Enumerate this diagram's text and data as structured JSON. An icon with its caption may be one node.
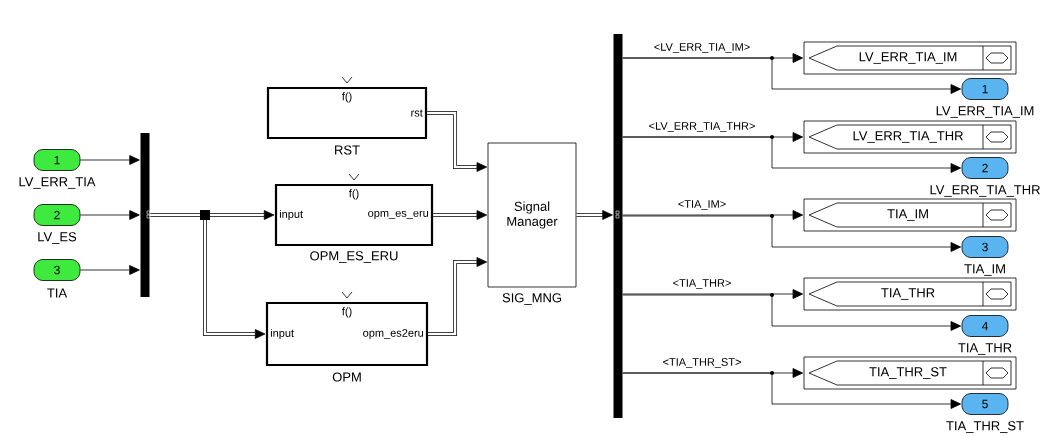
{
  "diagram": {
    "nodes": [
      {
        "text": [
          "1"
        ],
        "beside": [
          "LV_ERR_TIA"
        ]
      },
      {
        "text": [
          "2"
        ],
        "beside": [
          "LV_ES"
        ]
      },
      {
        "text": [
          "3"
        ],
        "beside": [
          "TIA"
        ]
      },
      {
        "text": [],
        "shape": "bar"
      },
      {
        "text": [
          "f()",
          "rst"
        ],
        "beside": [
          "RST"
        ]
      },
      {
        "text": [
          "f()",
          "input",
          "opm_es_eru"
        ],
        "beside": [
          "OPM_ES_ERU"
        ]
      },
      {
        "text": [
          "f()",
          "input",
          "opm_es2eru"
        ],
        "beside": [
          "OPM"
        ]
      },
      {
        "text": [
          "Signal Manager"
        ],
        "beside": [
          "SIG_MNG"
        ]
      },
      {
        "text": [],
        "shape": "bar"
      },
      {
        "text": [
          "LV_ERR_TIA_IM"
        ]
      },
      {
        "text": [
          "1"
        ],
        "beside": [
          "LV_ERR_TIA_IM"
        ]
      },
      {
        "text": [
          "LV_ERR_TIA_THR"
        ]
      },
      {
        "text": [
          "2"
        ],
        "beside": [
          "LV_ERR_TIA_THR"
        ]
      },
      {
        "text": [
          "TIA_IM"
        ]
      },
      {
        "text": [
          "3"
        ],
        "beside": [
          "TIA_IM"
        ]
      },
      {
        "text": [
          "TIA_THR"
        ]
      },
      {
        "text": [
          "4"
        ],
        "beside": [
          "TIA_THR"
        ]
      },
      {
        "text": [
          "TIA_THR_ST"
        ]
      },
      {
        "text": [
          "5"
        ],
        "beside": [
          "TIA_THR_ST"
        ]
      }
    ],
    "edges": [
      {
        "from": 0,
        "to": 3,
        "arrow": "to"
      },
      {
        "from": 1,
        "to": 3,
        "arrow": "to"
      },
      {
        "from": 2,
        "to": 3,
        "arrow": "to"
      },
      {
        "from": 3,
        "to": 5,
        "arrow": "to",
        "style": "thick"
      },
      {
        "from": 3,
        "to": 6,
        "arrow": "to",
        "style": "thick"
      },
      {
        "from": 4,
        "to": 7,
        "arrow": "to",
        "style": "thick"
      },
      {
        "from": 5,
        "to": 7,
        "arrow": "to",
        "style": "thick"
      },
      {
        "from": 6,
        "to": 7,
        "arrow": "to",
        "style": "thick"
      },
      {
        "from": 7,
        "to": 8,
        "arrow": "to",
        "style": "thick"
      },
      {
        "from": 8,
        "to": 9,
        "arrow": "to",
        "label": "<LV_ERR_TIA_IM>"
      },
      {
        "from": 8,
        "to": 10,
        "arrow": "to"
      },
      {
        "from": 8,
        "to": 11,
        "arrow": "to",
        "label": "<LV_ERR_TIA_THR>"
      },
      {
        "from": 8,
        "to": 12,
        "arrow": "to"
      },
      {
        "from": 8,
        "to": 13,
        "arrow": "to",
        "label": "<TIA_IM>"
      },
      {
        "from": 8,
        "to": 14,
        "arrow": "to"
      },
      {
        "from": 8,
        "to": 15,
        "arrow": "to",
        "label": "<TIA_THR>"
      },
      {
        "from": 8,
        "to": 16,
        "arrow": "to"
      },
      {
        "from": 8,
        "to": 17,
        "arrow": "to",
        "label": "<TIA_THR_ST>"
      },
      {
        "from": 8,
        "to": 18,
        "arrow": "to"
      }
    ]
  }
}
